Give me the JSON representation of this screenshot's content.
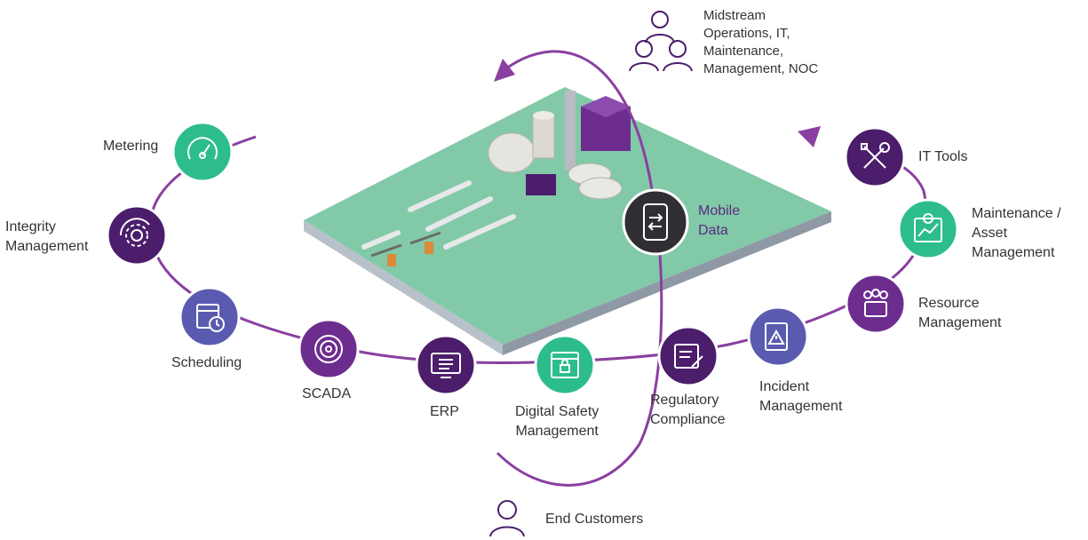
{
  "colors": {
    "flow_line": "#8a3fa0",
    "green": "#2dbd8c",
    "dark_purple": "#4b1d6b",
    "blue_purple": "#5a5bb0",
    "purple": "#6d2d8e",
    "dark_gray": "#2f2f33",
    "platform_top": "#82c9a8",
    "platform_side": "#9aa4b0"
  },
  "header": {
    "stakeholders_label": "Midstream\nOperations, IT,\nMaintenance,\nManagement, NOC",
    "stakeholders_icon": "people-group-icon"
  },
  "center": {
    "mobile_data_label": "Mobile\nData",
    "mobile_data_icon": "mobile-sync-icon"
  },
  "footer": {
    "end_customers_label": "End Customers",
    "end_customers_icon": "person-icon"
  },
  "nodes": [
    {
      "id": "metering",
      "label": "Metering",
      "icon": "gauge-icon",
      "color": "green"
    },
    {
      "id": "integrity",
      "label": "Integrity\nManagement",
      "icon": "gear-cycle-icon",
      "color": "dark_purple"
    },
    {
      "id": "scheduling",
      "label": "Scheduling",
      "icon": "calendar-clock-icon",
      "color": "blue_purple"
    },
    {
      "id": "scada",
      "label": "SCADA",
      "icon": "signal-icon",
      "color": "purple"
    },
    {
      "id": "erp",
      "label": "ERP",
      "icon": "monitor-document-icon",
      "color": "dark_purple"
    },
    {
      "id": "safety",
      "label": "Digital Safety\nManagement",
      "icon": "browser-lock-icon",
      "color": "green"
    },
    {
      "id": "regulatory",
      "label": "Regulatory\nCompliance",
      "icon": "document-edit-icon",
      "color": "dark_purple"
    },
    {
      "id": "incident",
      "label": "Incident\nManagement",
      "icon": "warning-document-icon",
      "color": "blue_purple"
    },
    {
      "id": "resource",
      "label": "Resource\nManagement",
      "icon": "people-monitor-icon",
      "color": "purple"
    },
    {
      "id": "maintenance",
      "label": "Maintenance /\nAsset\nManagement",
      "icon": "chart-gear-icon",
      "color": "green"
    },
    {
      "id": "ittools",
      "label": "IT Tools",
      "icon": "wrench-screwdriver-icon",
      "color": "dark_purple"
    }
  ]
}
